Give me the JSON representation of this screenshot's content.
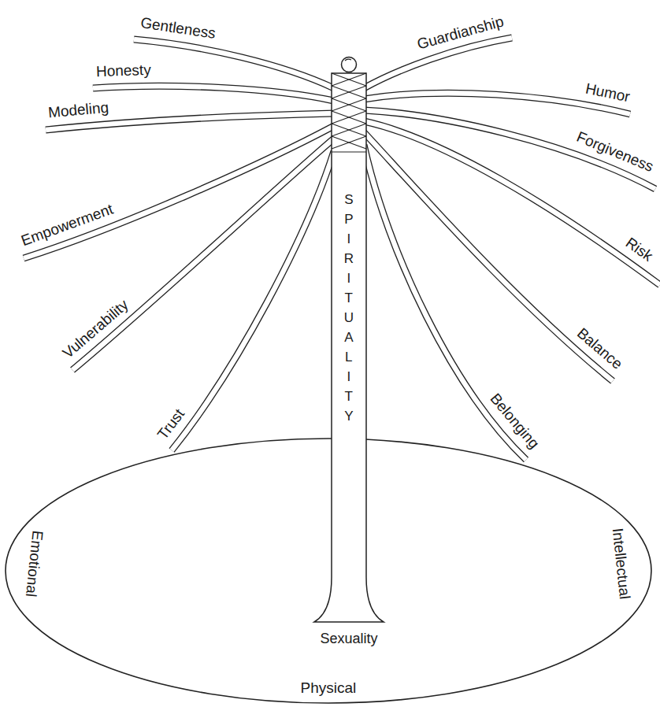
{
  "diagram": {
    "nodes": [
      {
        "text": [
          "SPIRITUALITY",
          "Sexuality"
        ]
      },
      {
        "text": [
          "Emotional",
          "Intellectual",
          "Physical"
        ]
      }
    ],
    "labels": [
      "Gentleness",
      "Guardianship",
      "Honesty",
      "Humor",
      "Modeling",
      "Forgiveness",
      "Empowerment",
      "Risk",
      "Vulnerability",
      "Balance",
      "Trust",
      "Belonging"
    ]
  }
}
